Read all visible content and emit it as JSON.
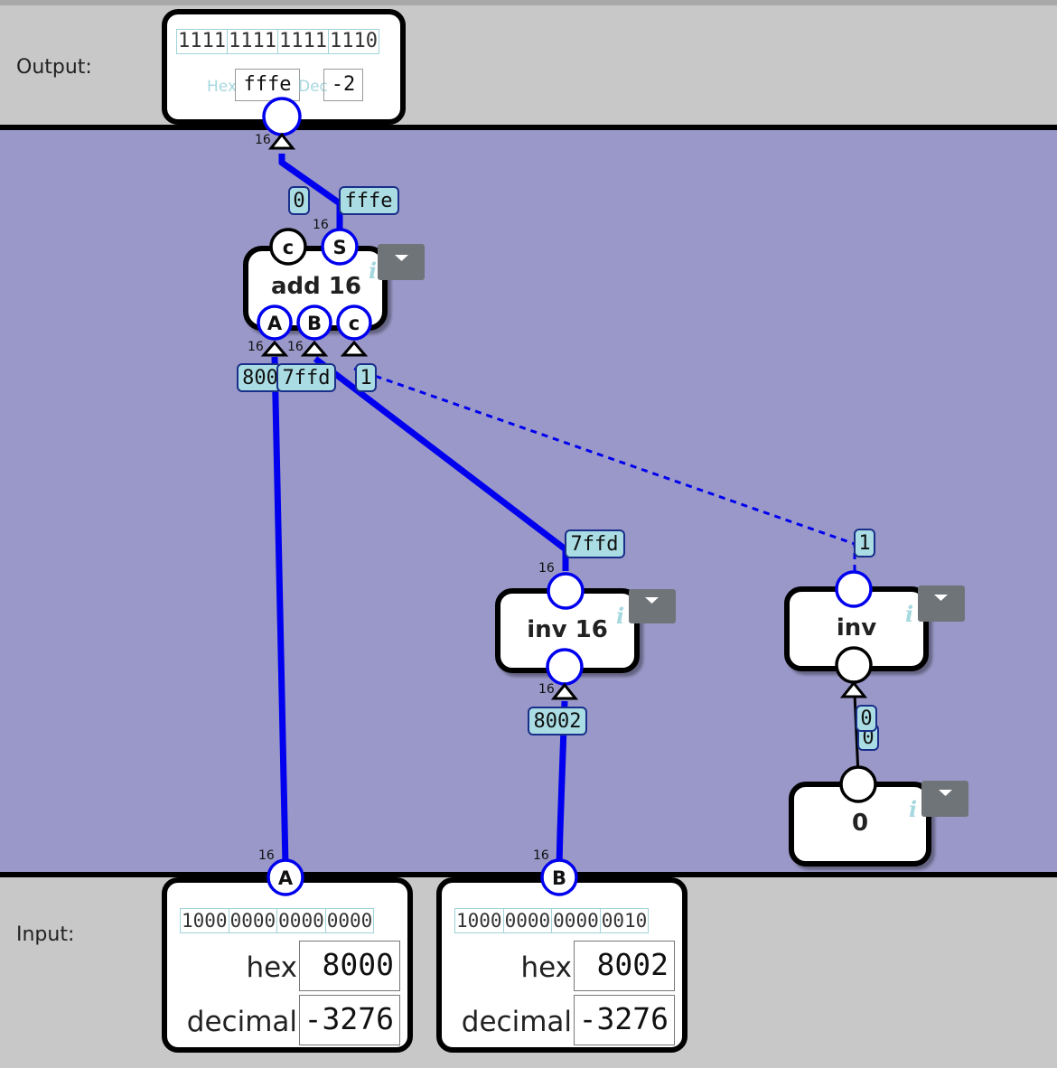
{
  "output_panel": {
    "label": "Output:",
    "bits": [
      "1111",
      "1111",
      "1111",
      "1110"
    ],
    "hex_label": "Hex",
    "hex_value": "fffe",
    "dec_label": "Dec",
    "dec_value": "-2"
  },
  "input_panel": {
    "label": "Input:",
    "inputs": [
      {
        "bits": [
          "1000",
          "0000",
          "0000",
          "0000"
        ],
        "hex_label": "hex",
        "hex_value": "8000",
        "dec_label": "decimal",
        "dec_value": "-3276"
      },
      {
        "bits": [
          "1000",
          "0000",
          "0000",
          "0010"
        ],
        "hex_label": "hex",
        "hex_value": "8002",
        "dec_label": "decimal",
        "dec_value": "-3276"
      }
    ]
  },
  "chips": {
    "adder": {
      "label": "add 16",
      "out_pins": [
        "c",
        "S"
      ],
      "in_pins": [
        "A",
        "B",
        "c"
      ]
    },
    "inv16": {
      "label": "inv 16"
    },
    "inv": {
      "label": "inv"
    },
    "const": {
      "label": "0"
    }
  },
  "pins": {
    "input_a": "A",
    "input_b": "B",
    "info": "i"
  },
  "wires": {
    "sum_value": "fffe",
    "carry_value": "0",
    "a_value": "800",
    "b_value": "7ffd",
    "cin_value": "1",
    "inv16_out": "7ffd",
    "inv16_in": "8002",
    "inv_out": "1",
    "const_a": "0",
    "const_b": "0",
    "width": "16"
  },
  "colors": {
    "wire": "#0000ee",
    "circuit_bg": "#9a98c8",
    "panel_bg": "#c8c8c8",
    "wire_label_bg": "#a9dce3",
    "menu_button": "#6f7478"
  }
}
